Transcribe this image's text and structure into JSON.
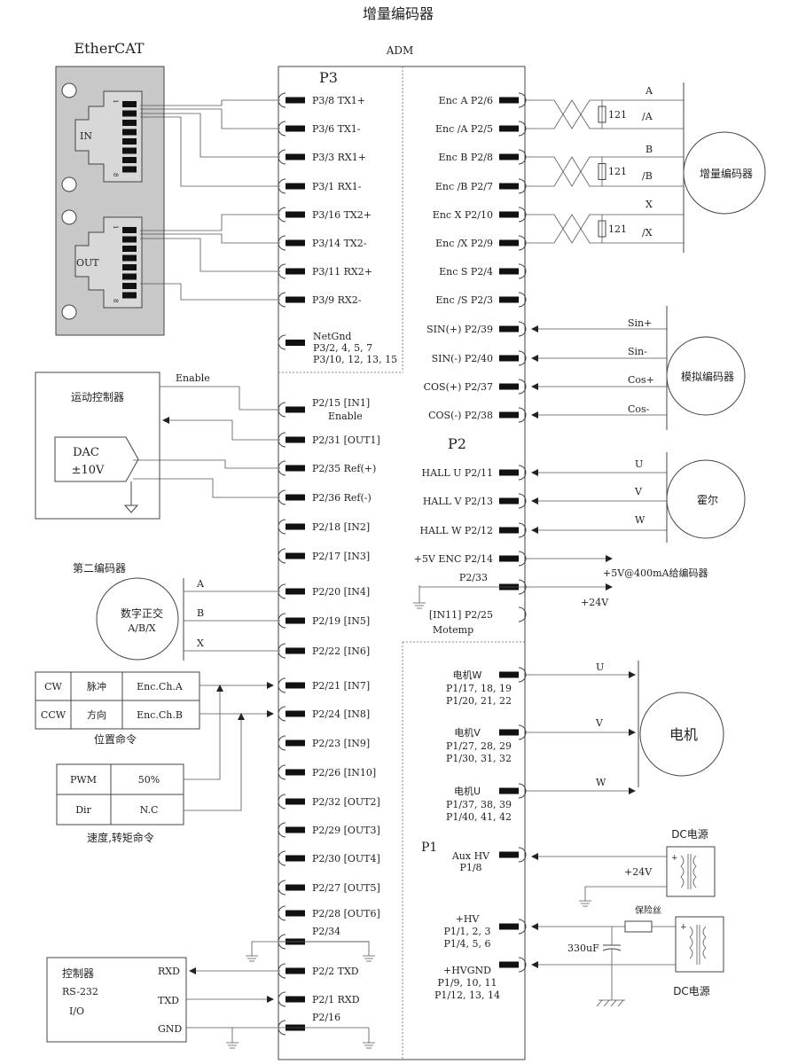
{
  "title": "增量编码器",
  "adm_label": "ADM",
  "ethercat": {
    "label": "EtherCAT",
    "in_label": "IN",
    "out_label": "OUT",
    "pin_first": "1",
    "pin_last": "8"
  },
  "p3": {
    "label": "P3",
    "pins": [
      "P3/8 TX1+",
      "P3/6 TX1-",
      "P3/3 RX1+",
      "P3/1 RX1-",
      "P3/16 TX2+",
      "P3/14 TX2-",
      "P3/11 RX2+",
      "P3/9 RX2-"
    ],
    "netgnd": [
      "NetGnd",
      "P3/2, 4, 5, 7",
      "P3/10, 12, 13, 15"
    ]
  },
  "p2_left": [
    {
      "l1": "P2/15 [IN1]",
      "l2": "Enable"
    },
    {
      "l1": "P2/31 [OUT1]"
    },
    {
      "l1": "P2/35 Ref(+)"
    },
    {
      "l1": "P2/36 Ref(-)"
    },
    {
      "l1": "P2/18 [IN2]"
    },
    {
      "l1": "P2/17 [IN3]"
    },
    {
      "l1": "P2/20 [IN4]"
    },
    {
      "l1": "P2/19 [IN5]"
    },
    {
      "l1": "P2/22 [IN6]"
    },
    {
      "l1": "P2/21 [IN7]"
    },
    {
      "l1": "P2/24 [IN8]"
    },
    {
      "l1": "P2/23 [IN9]"
    },
    {
      "l1": "P2/26 [IN10]"
    },
    {
      "l1": "P2/32 [OUT2]"
    },
    {
      "l1": "P2/29 [OUT3]"
    },
    {
      "l1": "P2/30 [OUT4]"
    },
    {
      "l1": "P2/27 [OUT5]"
    },
    {
      "l1": "P2/28 [OUT6]"
    },
    {
      "l1": "P2/34"
    },
    {
      "l1": "P2/2 TXD"
    },
    {
      "l1": "P2/1 RXD"
    },
    {
      "l1": "P2/16"
    }
  ],
  "p2_label": "P2",
  "p1_label": "P1",
  "right_pins": [
    "Enc A P2/6",
    "Enc /A P2/5",
    "Enc B P2/8",
    "Enc /B P2/7",
    "Enc X P2/10",
    "Enc /X P2/9",
    "Enc S P2/4",
    "Enc /S P2/3",
    "SIN(+) P2/39",
    "SIN(-) P2/40",
    "COS(+) P2/37",
    "COS(-) P2/38",
    "HALL U P2/11",
    "HALL V P2/13",
    "HALL W P2/12",
    "+5V ENC P2/14"
  ],
  "p2_33": "P2/33",
  "motemp": [
    "[IN11] P2/25",
    "Motemp"
  ],
  "motor_pins": [
    [
      "电机W",
      "P1/17, 18, 19",
      "P1/20, 21, 22"
    ],
    [
      "电机V",
      "P1/27, 28, 29",
      "P1/30, 31, 32"
    ],
    [
      "电机U",
      "P1/37, 38, 39",
      "P1/40, 41, 42"
    ]
  ],
  "aux_hv": [
    "Aux HV",
    "P1/8"
  ],
  "hv": [
    "+HV",
    "P1/1, 2, 3",
    "P1/4, 5, 6"
  ],
  "hvgnd": [
    "+HVGND",
    "P1/9, 10, 11",
    "P1/12, 13, 14"
  ],
  "encoder": {
    "signals": [
      "A",
      "/A",
      "B",
      "/B",
      "X",
      "/X"
    ],
    "resistor": "121",
    "label": "增量编码器"
  },
  "analog_encoder": {
    "signals": [
      "Sin+",
      "Sin-",
      "Cos+",
      "Cos-"
    ],
    "label": "模拟编码器"
  },
  "hall": {
    "signals": [
      "U",
      "V",
      "W"
    ],
    "label": "霍尔"
  },
  "enc_supply": "+5V@400mA给编码器",
  "plus24": "+24V",
  "motor": {
    "signals": [
      "U",
      "V",
      "W"
    ],
    "label": "电机"
  },
  "dc_source_top": "DC电源",
  "dc_source_bottom": "DC电源",
  "fuse": "保险丝",
  "cap": "330uF",
  "motion_ctrl": {
    "title": "运动控制器",
    "enable": "Enable",
    "dac": "DAC",
    "dac_range": "±10V"
  },
  "second_encoder": {
    "title": "第二编码器",
    "label": "数字正交",
    "sub": "A/B/X",
    "signals": [
      "A",
      "B",
      "X"
    ]
  },
  "pos_cmd": {
    "rows": [
      [
        "CW",
        "脉冲",
        "Enc.Ch.A"
      ],
      [
        "CCW",
        "方向",
        "Enc.Ch.B"
      ]
    ],
    "caption": "位置命令"
  },
  "speed_cmd": {
    "rows": [
      [
        "PWM",
        "50%"
      ],
      [
        "Dir",
        "N.C"
      ]
    ],
    "caption": "速度,转矩命令"
  },
  "rs232": {
    "lines": [
      "控制器",
      "RS-232",
      "I/O"
    ],
    "pins": [
      "RXD",
      "TXD",
      "GND"
    ]
  }
}
